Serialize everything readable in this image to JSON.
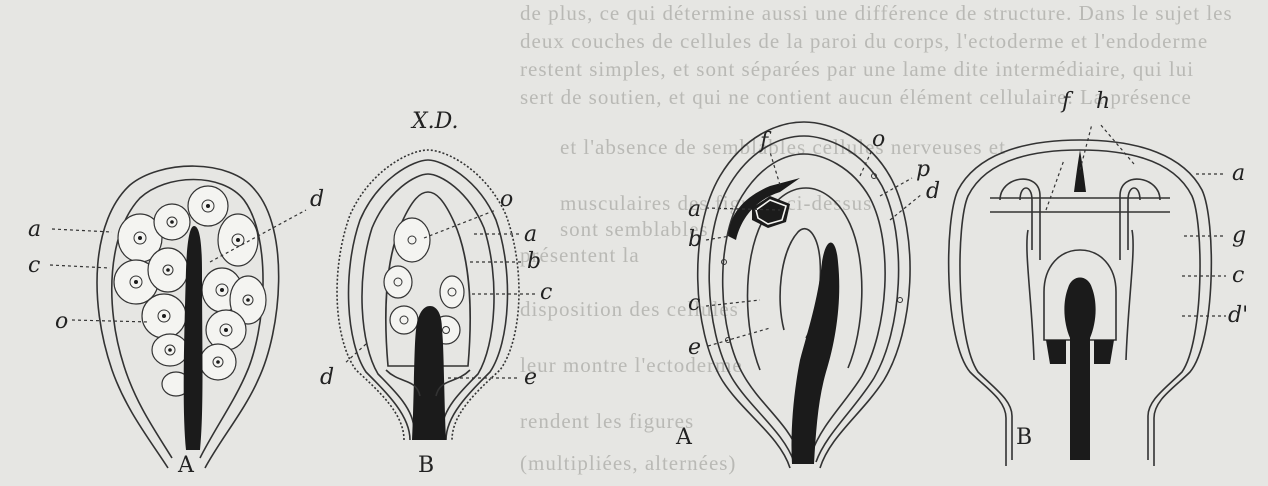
{
  "background_text": [
    "de plus, ce qui détermine aussi une différence de structure. Dans le sujet les",
    "deux couches de cellules de la paroi du corps, l'ectoderme et l'endoderme",
    "restent simples, et sont séparées par une lame dite intermédiaire, qui lui",
    "sert de soutien, et qui ne contient aucun élément cellulaire. La présence",
    "et l'absence de semblables cellules nerveuses et",
    "musculaires des figures ci-dessus",
    "sont semblables",
    "présentent la",
    "disposition des cellules",
    "leur montre l'ectoderme",
    "rendent les figures",
    "(multipliées, alternées)"
  ],
  "figure_labels": {
    "fig1": {
      "caption": "A",
      "a": "a",
      "c": "c",
      "o": "o",
      "d": "d"
    },
    "fig2": {
      "caption": "B",
      "monogram": "X.D.",
      "o": "o",
      "a": "a",
      "b": "b",
      "c": "c",
      "d": "d",
      "e": "e"
    },
    "fig3": {
      "caption": "A",
      "f": "f",
      "o": "o",
      "p": "p",
      "a": "a",
      "d": "d",
      "b": "b",
      "c": "c",
      "e": "e"
    },
    "fig4": {
      "caption": "B",
      "f": "f",
      "h": "h",
      "a": "a",
      "g": "g",
      "c": "c",
      "d_prime": "d'"
    }
  }
}
